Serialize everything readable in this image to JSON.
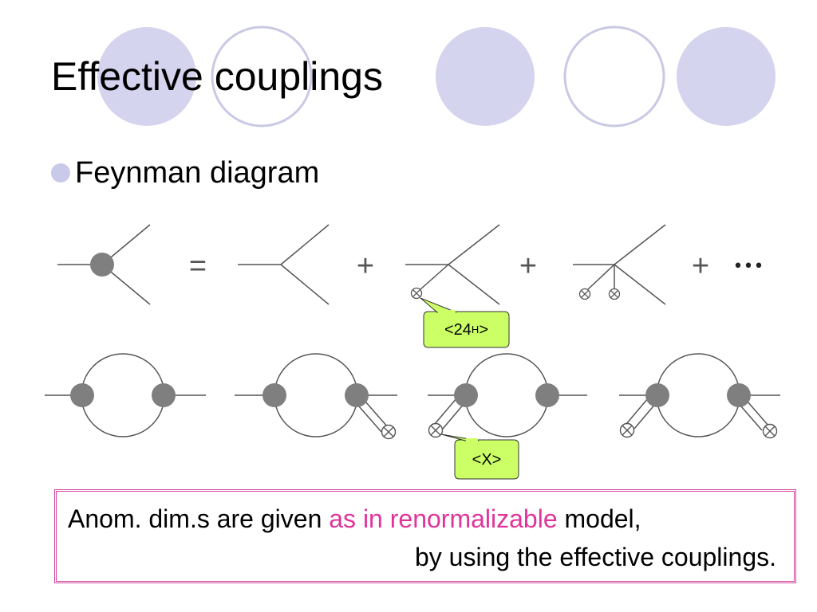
{
  "slide": {
    "title": "Effective couplings",
    "bullet": "Feynman diagram",
    "callout_top": {
      "base": "<24",
      "sub": "H",
      "tail": ">"
    },
    "callout_bottom": "<X>",
    "note": {
      "line1_prefix": "Anom. dim.s are given ",
      "line1_highlight": "as in renormalizable",
      "line1_suffix": " model,",
      "line2": "by using the effective couplings."
    },
    "equation_symbols": {
      "equals": "=",
      "plus": "+",
      "ellipsis": "•••"
    }
  },
  "colors": {
    "deco_fill": "#d4d4ee",
    "deco_stroke": "#c9c9e6",
    "bullet": "#c9c9ea",
    "vertex": "#7f7f7f",
    "callout_fill": "#ccff66",
    "highlight": "#e0349a",
    "note_border": "#d0449c"
  }
}
